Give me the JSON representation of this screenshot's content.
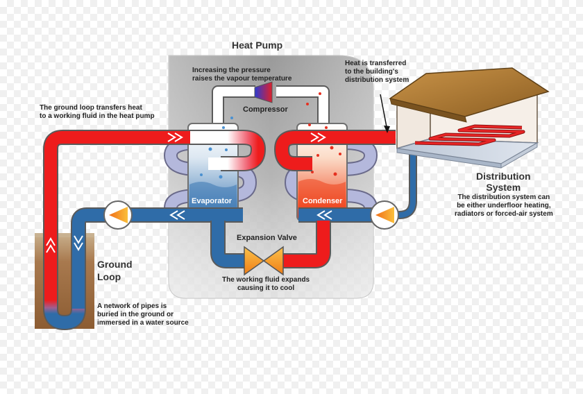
{
  "labels": {
    "heat_pump": "Heat Pump",
    "compressor": "Compressor",
    "pressure_note": [
      "Increasing the pressure",
      "raises the vapour temperature"
    ],
    "ground_transfer_note": [
      "The ground loop transfers heat",
      "to a working fluid in the heat pump"
    ],
    "building_transfer_note": [
      "Heat is transferred",
      "to the building's",
      "distribution system"
    ],
    "distribution_system": [
      "Distribution",
      "System"
    ],
    "distribution_note": [
      "The distribution system can",
      "be either underfloor heating,",
      "radiators or forced-air system"
    ],
    "evaporator": "Evaporator",
    "condenser": "Condenser",
    "expansion_valve": "Expansion Valve",
    "expansion_note": [
      "The working fluid expands",
      "causing it to cool"
    ],
    "ground_loop": [
      "Ground",
      "Loop"
    ],
    "ground_loop_note": [
      "A network of pipes is",
      "buried in the ground or",
      "immersed in a water source"
    ]
  },
  "colors": {
    "hot_pipe": "#ee1c1c",
    "cold_pipe": "#2f6ca8",
    "pipe_outline": "#5a5a5a",
    "coil_lavender": "#b4b8dc",
    "housing_grey": "#a9a9a9",
    "ground_brown": "#a7784e",
    "roof_brown": "#b27d35",
    "pump_orange": "#f39a1f",
    "valve_orange": "#f5a21e",
    "floor_heating_red": "#e82525"
  },
  "icons": [
    "pump-icon",
    "expansion-valve-icon",
    "compressor-icon",
    "arrow-icon"
  ]
}
